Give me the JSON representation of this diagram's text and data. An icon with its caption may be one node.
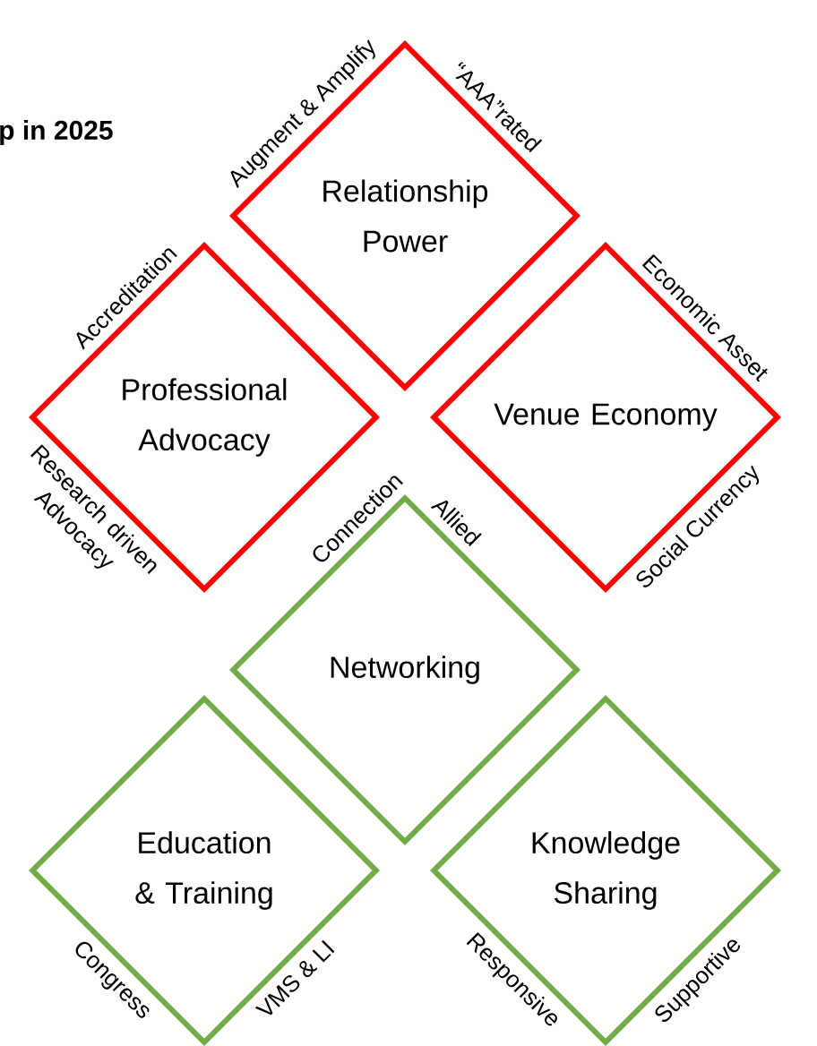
{
  "diagram": {
    "title": "p in 2025",
    "nodes": [
      {
        "text": [
          "Relationship Power"
        ],
        "beside": [
          "Augment & Amplify",
          "“AAA”rated"
        ]
      },
      {
        "text": [
          "Professional Advocacy"
        ],
        "beside": [
          "Accreditation",
          "Research driven Advocacy"
        ]
      },
      {
        "text": [
          "Venue Economy"
        ],
        "beside": [
          "Economic Asset",
          "Social Currency"
        ]
      },
      {
        "text": [
          "Networking"
        ],
        "beside": [
          "Connection",
          "Allied"
        ]
      },
      {
        "text": [
          "Education & Training"
        ],
        "beside": [
          "Congress",
          "VMS & LI"
        ]
      },
      {
        "text": [
          "Knowledge Sharing"
        ],
        "beside": [
          "Responsive",
          "Supportive"
        ]
      }
    ]
  }
}
